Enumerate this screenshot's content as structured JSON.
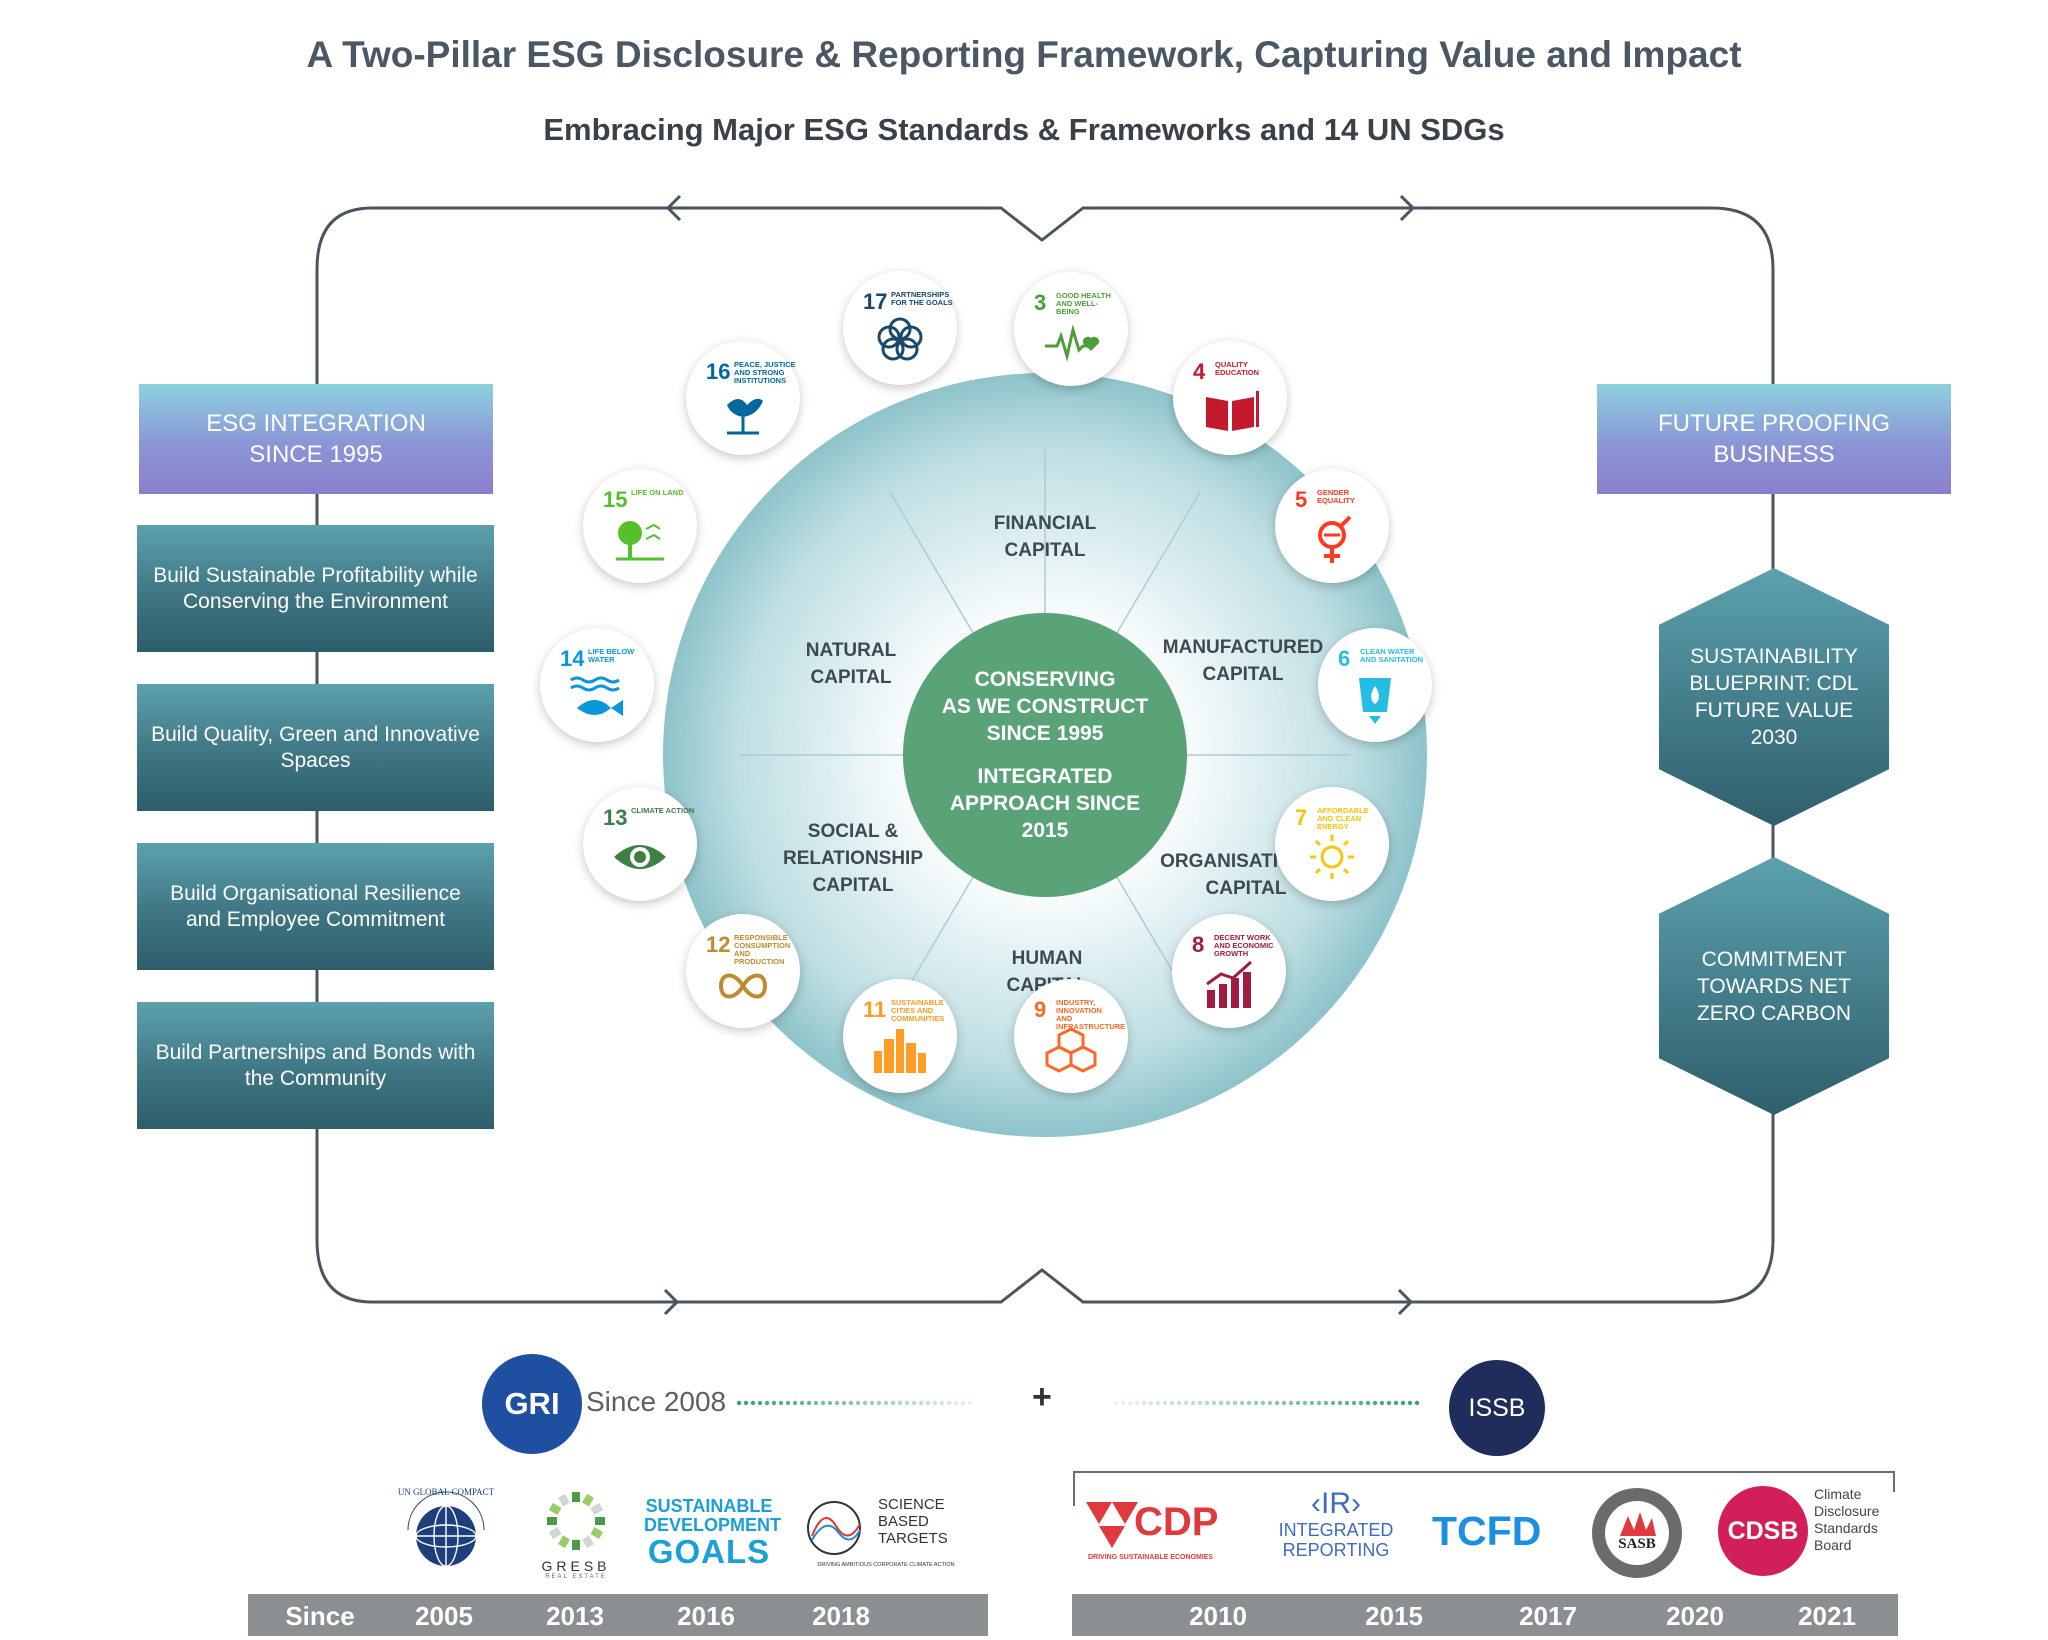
{
  "header": {
    "title": "A Two-Pillar ESG Disclosure & Reporting Framework, Capturing Value and Impact",
    "subtitle": "Embracing Major ESG Standards & Frameworks and 14 UN SDGs"
  },
  "left_pillar": {
    "heading_line1": "ESG INTEGRATION",
    "heading_line2": "SINCE 1995",
    "boxes": [
      "Build Sustainable Profitability while Conserving the Environment",
      "Build Quality, Green and Innovative Spaces",
      "Build Organisational Resilience and Employee Commitment",
      "Build Partnerships and Bonds with the Community"
    ]
  },
  "right_pillar": {
    "heading_line1": "FUTURE PROOFING",
    "heading_line2": "BUSINESS",
    "hexagons": [
      "SUSTAINABILITY BLUEPRINT: CDL FUTURE VALUE 2030",
      "COMMITMENT TOWARDS NET ZERO CARBON"
    ]
  },
  "wheel": {
    "center_line1": "CONSERVING",
    "center_line2": "AS WE CONSTRUCT",
    "center_line3": "SINCE 1995",
    "center_line4": "INTEGRATED",
    "center_line5": "APPROACH SINCE",
    "center_line6": "2015",
    "capitals": [
      [
        "FINANCIAL",
        "CAPITAL"
      ],
      [
        "MANUFACTURED",
        "CAPITAL"
      ],
      [
        "ORGANISATIONAL",
        "CAPITAL"
      ],
      [
        "HUMAN",
        "CAPITAL"
      ],
      [
        "SOCIAL &",
        "RELATIONSHIP",
        "CAPITAL"
      ],
      [
        "NATURAL",
        "CAPITAL"
      ]
    ]
  },
  "sdgs": [
    {
      "num": "17",
      "label": "PARTNERSHIPS FOR THE GOALS",
      "color": "#19486a",
      "icon": "rings-icon"
    },
    {
      "num": "3",
      "label": "GOOD HEALTH AND WELL-BEING",
      "color": "#4c9f38",
      "icon": "heartbeat-icon"
    },
    {
      "num": "4",
      "label": "QUALITY EDUCATION",
      "color": "#c5192d",
      "icon": "book-icon"
    },
    {
      "num": "5",
      "label": "GENDER EQUALITY",
      "color": "#ff3a21",
      "icon": "gender-icon"
    },
    {
      "num": "6",
      "label": "CLEAN WATER AND SANITATION",
      "color": "#26bde2",
      "icon": "water-drop-icon"
    },
    {
      "num": "7",
      "label": "AFFORDABLE AND CLEAN ENERGY",
      "color": "#fcc30b",
      "icon": "sun-icon"
    },
    {
      "num": "8",
      "label": "DECENT WORK AND ECONOMIC GROWTH",
      "color": "#a21942",
      "icon": "growth-chart-icon"
    },
    {
      "num": "9",
      "label": "INDUSTRY, INNOVATION AND INFRASTRUCTURE",
      "color": "#fd6925",
      "icon": "cubes-icon"
    },
    {
      "num": "11",
      "label": "SUSTAINABLE CITIES AND COMMUNITIES",
      "color": "#fd9d24",
      "icon": "city-icon"
    },
    {
      "num": "12",
      "label": "RESPONSIBLE CONSUMPTION AND PRODUCTION",
      "color": "#bf8b2e",
      "icon": "infinity-icon"
    },
    {
      "num": "13",
      "label": "CLIMATE ACTION",
      "color": "#3f7e44",
      "icon": "eye-globe-icon"
    },
    {
      "num": "14",
      "label": "LIFE BELOW WATER",
      "color": "#0a97d9",
      "icon": "fish-icon"
    },
    {
      "num": "15",
      "label": "LIFE ON LAND",
      "color": "#56c02b",
      "icon": "tree-icon"
    },
    {
      "num": "16",
      "label": "PEACE, JUSTICE AND STRONG INSTITUTIONS",
      "color": "#00689d",
      "icon": "dove-icon"
    }
  ],
  "standards": {
    "gri_label": "GRI",
    "gri_since": "Since 2008",
    "plus": "+",
    "issb_label": "ISSB",
    "left_logos": [
      {
        "name": "UN GLOBAL COMPACT",
        "icon": "un-global-compact-logo"
      },
      {
        "name": "GRESB",
        "sub": "REAL ESTATE",
        "icon": "gresb-logo"
      },
      {
        "line1": "SUSTAINABLE",
        "line2": "DEVELOPMENT",
        "line3": "GOALS",
        "icon": "sdg-logo"
      },
      {
        "line1": "SCIENCE",
        "line2": "BASED",
        "line3": "TARGETS",
        "tagline": "DRIVING AMBITIOUS CORPORATE CLIMATE ACTION",
        "icon": "sbti-logo"
      }
    ],
    "right_logos": [
      {
        "name": "CDP",
        "tagline": "DRIVING SUSTAINABLE ECONOMIES",
        "icon": "cdp-logo"
      },
      {
        "mark": "‹IR›",
        "line1": "INTEGRATED",
        "line2": "REPORTING",
        "icon": "ir-logo"
      },
      {
        "name": "TCFD",
        "icon": "tcfd-logo"
      },
      {
        "name": "SASB",
        "icon": "sasb-logo"
      },
      {
        "name": "CDSB",
        "line1": "Climate",
        "line2": "Disclosure",
        "line3": "Standards",
        "line4": "Board",
        "icon": "cdsb-logo"
      }
    ],
    "left_years": [
      "Since",
      "2005",
      "2013",
      "2016",
      "2018"
    ],
    "right_years": [
      "2010",
      "2015",
      "2017",
      "2020",
      "2021"
    ]
  },
  "colors": {
    "accent_teal": "#3f7683",
    "wheel_center": "#5aa378",
    "frame": "#4a5560"
  }
}
